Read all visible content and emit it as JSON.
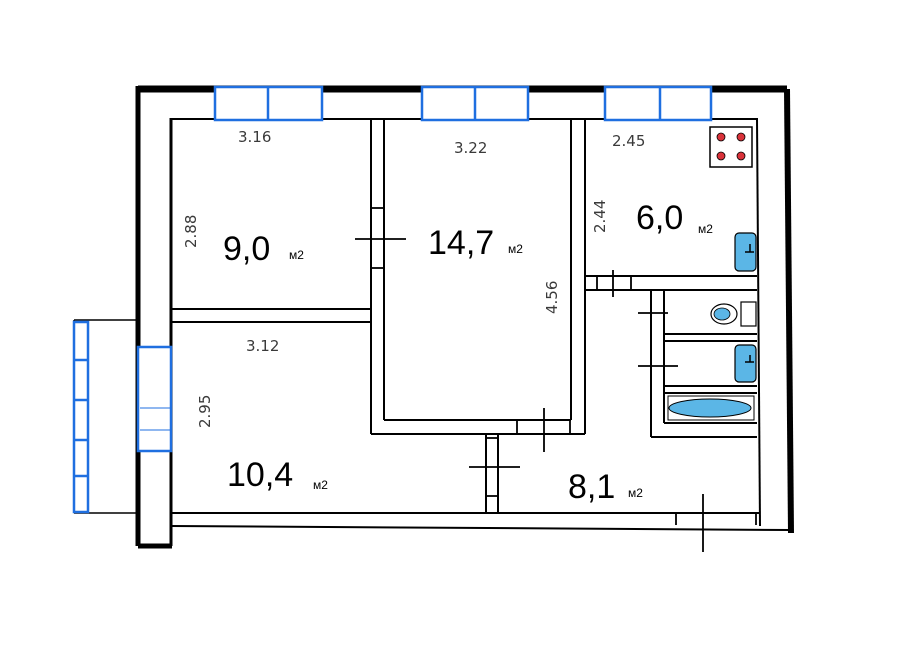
{
  "plan": {
    "rooms": [
      {
        "id": "room-1",
        "area": "9,0",
        "unit": "м2"
      },
      {
        "id": "room-2",
        "area": "14,7",
        "unit": "м2"
      },
      {
        "id": "kitchen",
        "area": "6,0",
        "unit": "м2"
      },
      {
        "id": "room-3",
        "area": "10,4",
        "unit": "м2"
      },
      {
        "id": "hall",
        "area": "8,1",
        "unit": "м2"
      }
    ],
    "dimensions": {
      "room1_width": "3.16",
      "room1_depth": "2.88",
      "room2_width": "3.22",
      "room2_depth": "4.56",
      "kitchen_width": "2.45",
      "kitchen_depth": "2.44",
      "room3_width": "3.12",
      "room3_depth": "2.95"
    },
    "colors": {
      "wall": "#000000",
      "window": "#1f6fe0",
      "fixture": "#5bb6e6",
      "stove_burner": "#d9323a"
    }
  }
}
